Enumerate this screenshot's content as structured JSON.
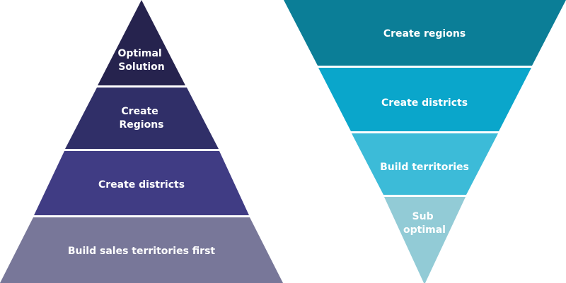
{
  "pyramid": {
    "layers": [
      {
        "lines": [
          "Optimal",
          "Solution"
        ],
        "color": "#26234e"
      },
      {
        "lines": [
          "Create",
          "Regions"
        ],
        "color": "#302f68"
      },
      {
        "lines": [
          "Create districts"
        ],
        "color": "#403c84"
      },
      {
        "lines": [
          "Build sales territories first"
        ],
        "color": "#787799"
      }
    ]
  },
  "funnel": {
    "layers": [
      {
        "lines": [
          "Create regions"
        ],
        "color": "#0b7e97"
      },
      {
        "lines": [
          "Create districts"
        ],
        "color": "#0aa6cb"
      },
      {
        "lines": [
          "Build territories"
        ],
        "color": "#3cbbd8"
      },
      {
        "lines": [
          "Sub",
          "optimal"
        ],
        "color": "#92cbd6"
      }
    ]
  }
}
